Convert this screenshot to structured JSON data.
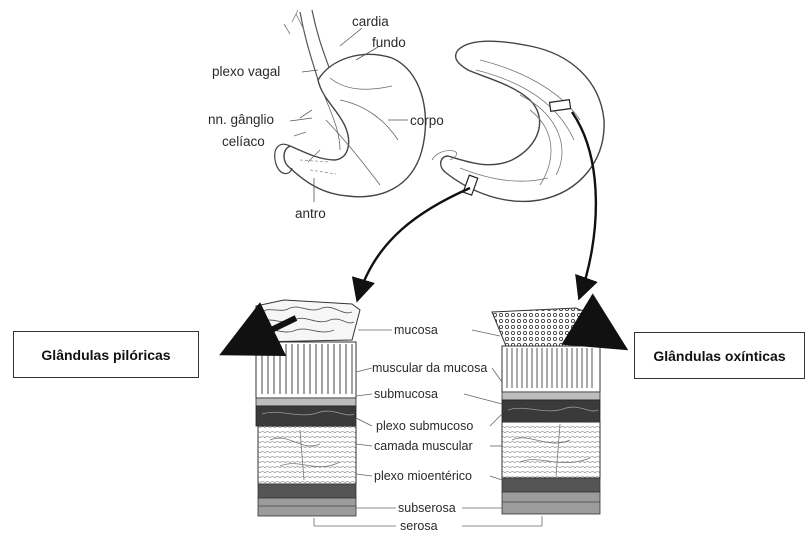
{
  "stomach_labels": {
    "cardia": "cardia",
    "fundo": "fundo",
    "plexo_vagal": "plexo vagal",
    "ganglio_line1": "nn. gânglio",
    "ganglio_line2": "celíaco",
    "corpo": "corpo",
    "antro": "antro"
  },
  "wall_layers": {
    "mucosa": "mucosa",
    "muscular_da_mucosa": "muscular da mucosa",
    "submucosa": "submucosa",
    "plexo_submucoso": "plexo submucoso",
    "camada_muscular": "camada muscular",
    "plexo_mioenterico": "plexo mioentérico",
    "subserosa": "subserosa",
    "serosa": "serosa"
  },
  "boxes": {
    "left": "Glândulas pilóricas",
    "right": "Glândulas oxínticas"
  },
  "colors": {
    "ink": "#222222",
    "line": "#555555",
    "box_border": "#333333"
  }
}
